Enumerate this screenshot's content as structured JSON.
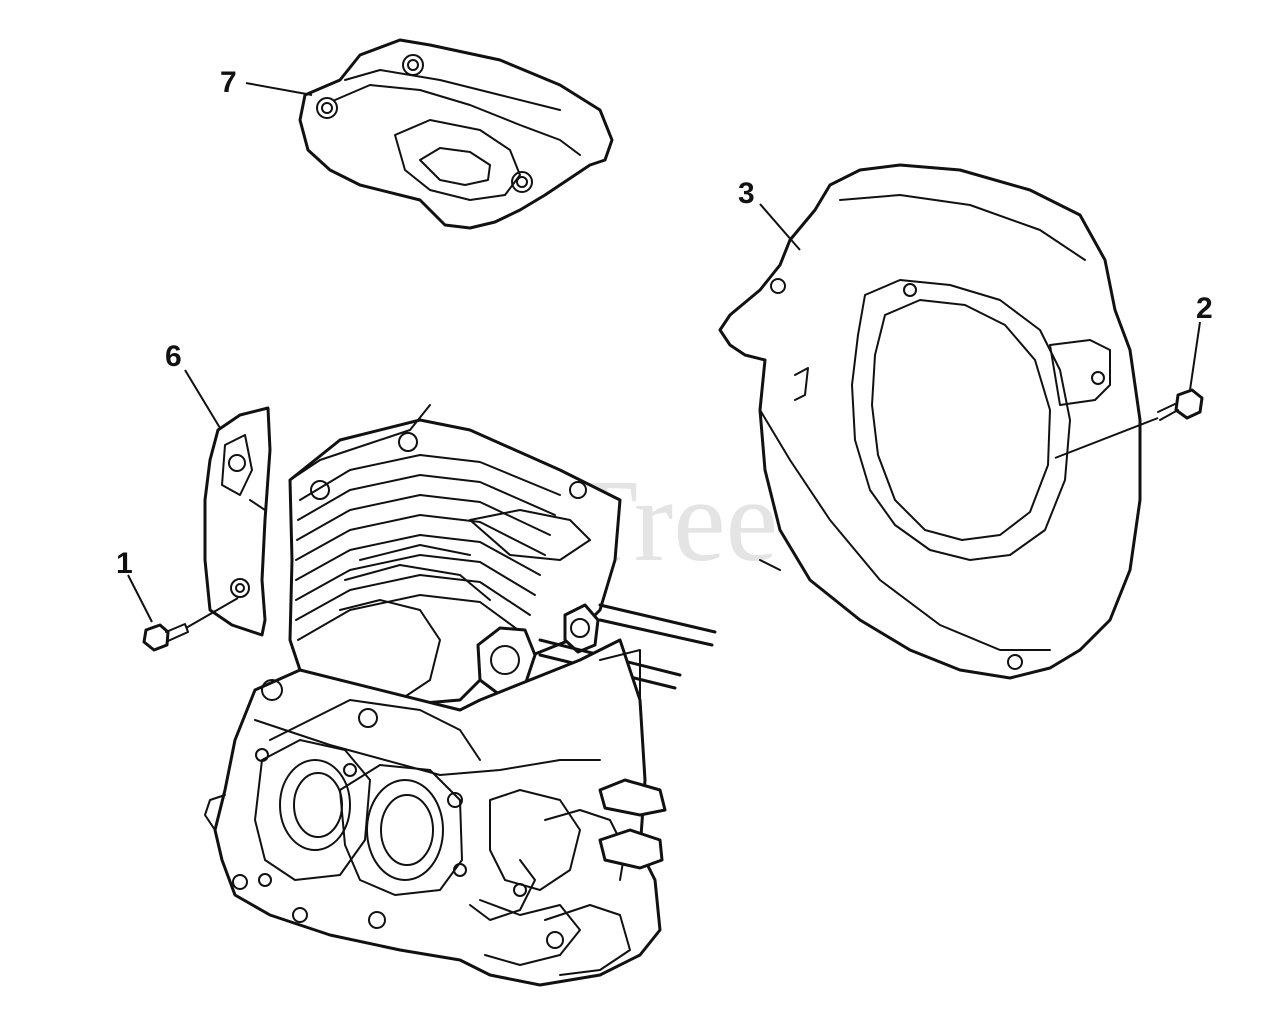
{
  "watermark": "PartsTree",
  "callouts": {
    "c1": "1",
    "c2": "2",
    "c3": "3",
    "c6": "6",
    "c7": "7"
  }
}
